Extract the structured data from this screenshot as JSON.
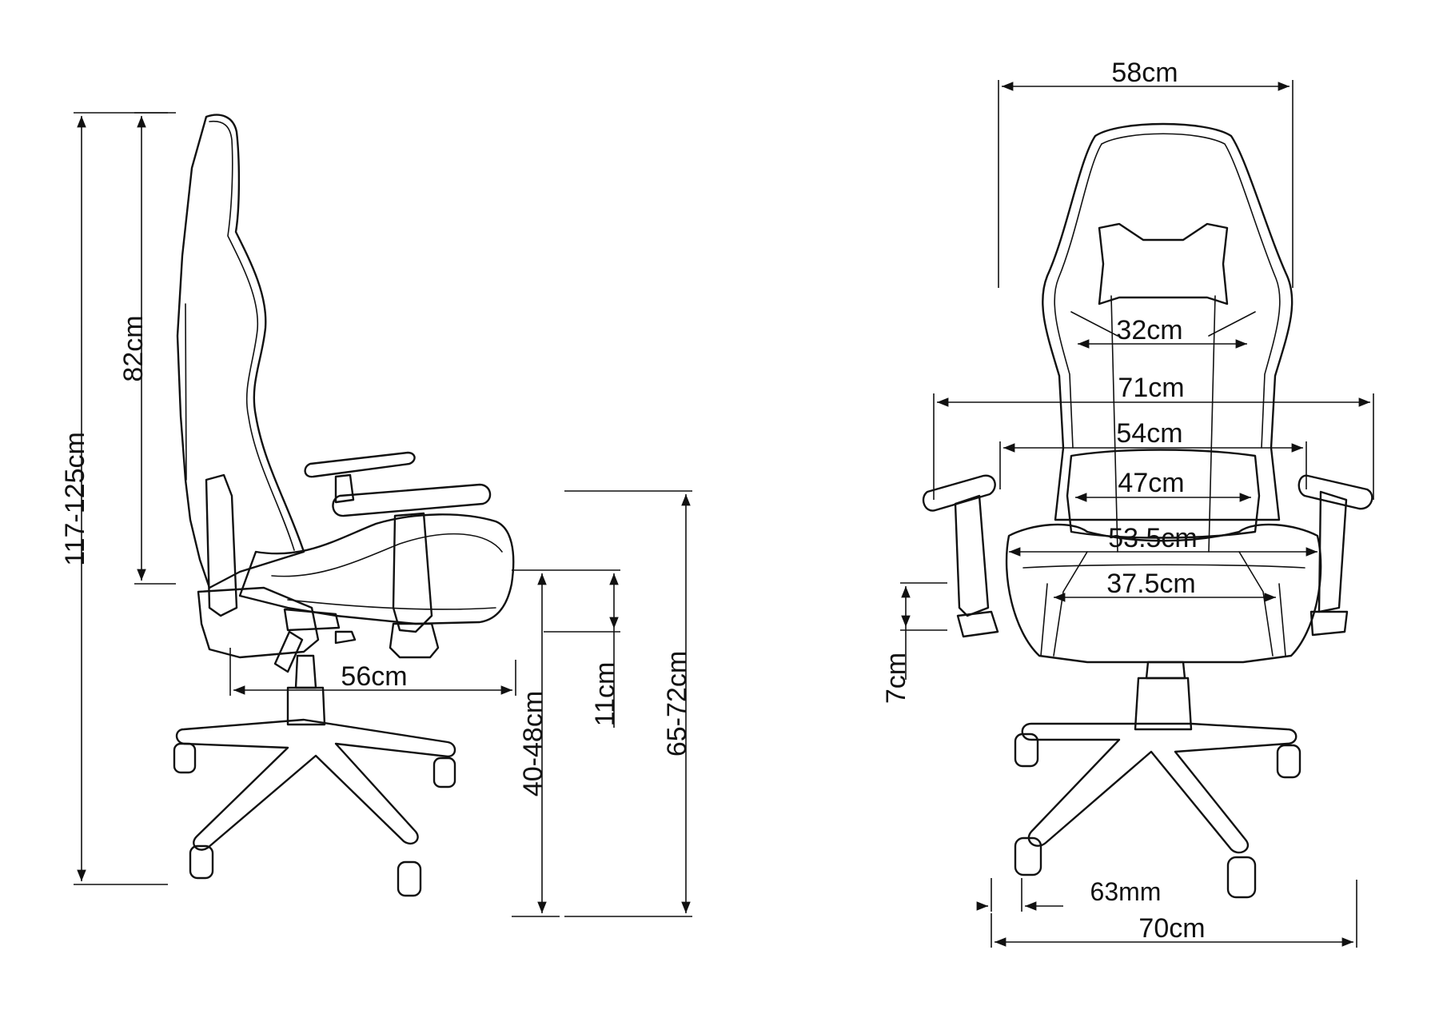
{
  "side_view": {
    "total_height": "117-125cm",
    "backrest_height": "82cm",
    "seat_depth": "56cm",
    "seat_height": "40-48cm",
    "armrest_height_range": "11cm",
    "armrest_height": "65-72cm"
  },
  "front_view": {
    "top_width": "58cm",
    "shoulder_width": "32cm",
    "armrest_outer_width": "71cm",
    "armrest_inner_width": "54cm",
    "lumbar_width": "47cm",
    "seat_width": "53.5cm",
    "seat_inner_width": "37.5cm",
    "seat_thickness": "7cm",
    "caster_size": "63mm",
    "base_width": "70cm"
  }
}
